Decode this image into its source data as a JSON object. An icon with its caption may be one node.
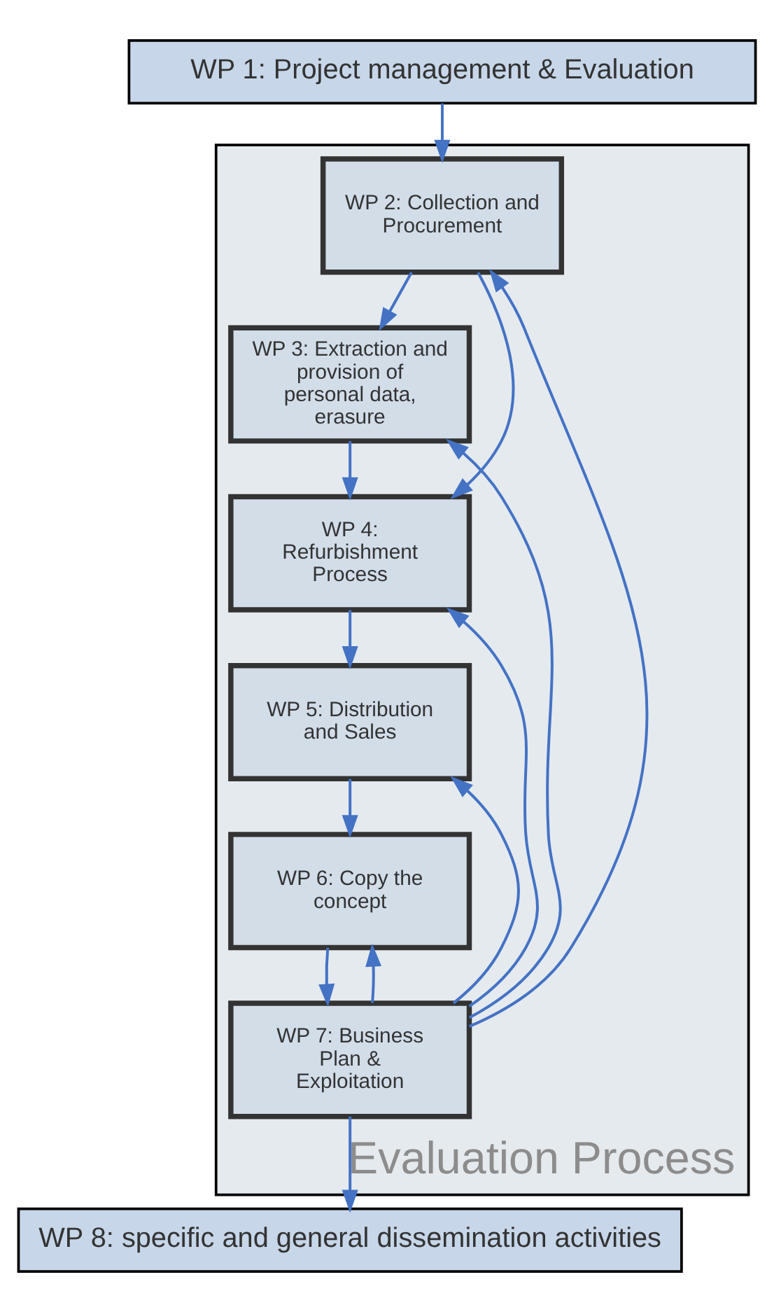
{
  "diagram": {
    "nodes": [
      {
        "text": [
          "WP 1: Project management & Evaluation"
        ]
      },
      {
        "text": [
          "Evaluation Process"
        ]
      },
      {
        "text": [
          "WP 2: Collection and Procurement"
        ],
        "in": 1
      },
      {
        "text": [
          "WP 3: Extraction and provision of personal data, erasure"
        ],
        "in": 1
      },
      {
        "text": [
          "WP 4: Refurbishment Process"
        ],
        "in": 1
      },
      {
        "text": [
          "WP 5: Distribution and Sales"
        ],
        "in": 1
      },
      {
        "text": [
          "WP 6: Copy the concept"
        ],
        "in": 1
      },
      {
        "text": [
          "WP 7: Business Plan & Exploitation"
        ],
        "in": 1
      },
      {
        "text": [
          "WP 8: specific and general dissemination activities"
        ]
      }
    ],
    "edges": [
      {
        "from": 0,
        "to": 2,
        "arrow": "to"
      },
      {
        "from": 2,
        "to": 3,
        "arrow": "to"
      },
      {
        "from": 2,
        "to": 4,
        "arrow": "to"
      },
      {
        "from": 3,
        "to": 4,
        "arrow": "to"
      },
      {
        "from": 4,
        "to": 5,
        "arrow": "to"
      },
      {
        "from": 5,
        "to": 6,
        "arrow": "to"
      },
      {
        "from": 6,
        "to": 7,
        "arrow": "to"
      },
      {
        "from": 7,
        "to": 8,
        "arrow": "to"
      },
      {
        "from": 7,
        "to": 2,
        "arrow": "to"
      },
      {
        "from": 7,
        "to": 4,
        "arrow": "to"
      },
      {
        "from": 7,
        "to": 3,
        "arrow": "to"
      },
      {
        "from": 7,
        "to": 5,
        "arrow": "to"
      },
      {
        "from": 7,
        "to": 6,
        "arrow": "to"
      }
    ]
  }
}
